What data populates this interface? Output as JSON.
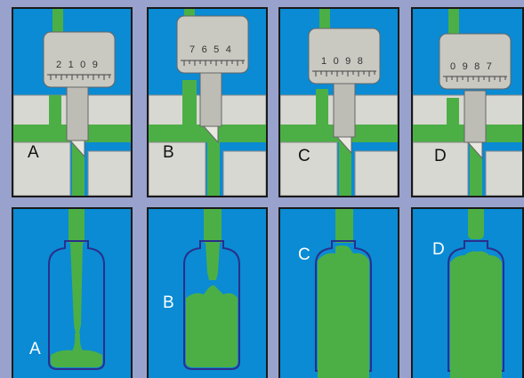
{
  "top_row": [
    {
      "label": "A",
      "dial": "2 1 0 9",
      "thread_gap": 0.3
    },
    {
      "label": "B",
      "dial": "7 6 5 4",
      "thread_gap": 0.8
    },
    {
      "label": "C",
      "dial": "1 0 9 8",
      "thread_gap": 0.45
    },
    {
      "label": "D",
      "dial": "0 9 8 7",
      "thread_gap": 0.6
    }
  ],
  "bottom_row": [
    {
      "label": "A",
      "fill": "low"
    },
    {
      "label": "B",
      "fill": "medium"
    },
    {
      "label": "C",
      "fill": "high"
    },
    {
      "label": "D",
      "fill": "full"
    }
  ],
  "colors": {
    "background": "#98a2cc",
    "panel_blue": "#0a8bd4",
    "green": "#4caf45",
    "green_dark": "#2e8b2a",
    "gray_block": "#d8d8d2",
    "gauge_body": "#c9c9c2",
    "outline_navy": "#2a2f8a"
  }
}
